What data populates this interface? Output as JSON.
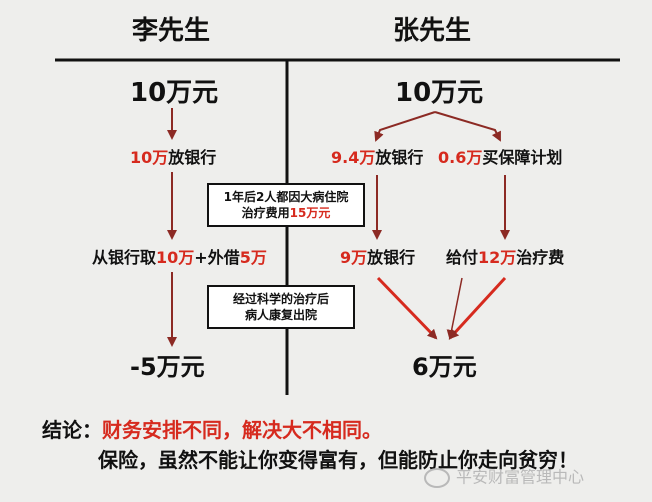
{
  "left": {
    "heading": "李先生",
    "amount": "10万元",
    "step1_num": "10万",
    "step1_text": "放银行",
    "step2_a": "从银行取",
    "step2_b": "10万",
    "step2_c": "+外借",
    "step2_d": "5万",
    "result": "-5万元"
  },
  "right": {
    "heading": "张先生",
    "amount": "10万元",
    "bank_num": "9.4万",
    "bank_text": "放银行",
    "ins_num": "0.6万",
    "ins_text": "买保障计划",
    "bank2_num": "9万",
    "bank2_text": "放银行",
    "pay_a": "给付",
    "pay_b": "12万",
    "pay_c": "治疗费",
    "result": "6万元"
  },
  "box1": {
    "line1": "1年后2人都因大病住院",
    "line2a": "治疗费用",
    "line2b": "15万元"
  },
  "box2": {
    "line1": "经过科学的治疗后",
    "line2": "病人康复出院"
  },
  "conclusion": {
    "label": "结论：",
    "line1": "财务安排不同，解决大不相同。",
    "line2": "保险，虽然不能让你变得富有，但能防止你走向贫穷！"
  },
  "watermark": {
    "text": "平安财富管理中心"
  },
  "colors": {
    "accent": "#d62a1e",
    "arrow": "#8c2a24",
    "line": "#111111"
  }
}
